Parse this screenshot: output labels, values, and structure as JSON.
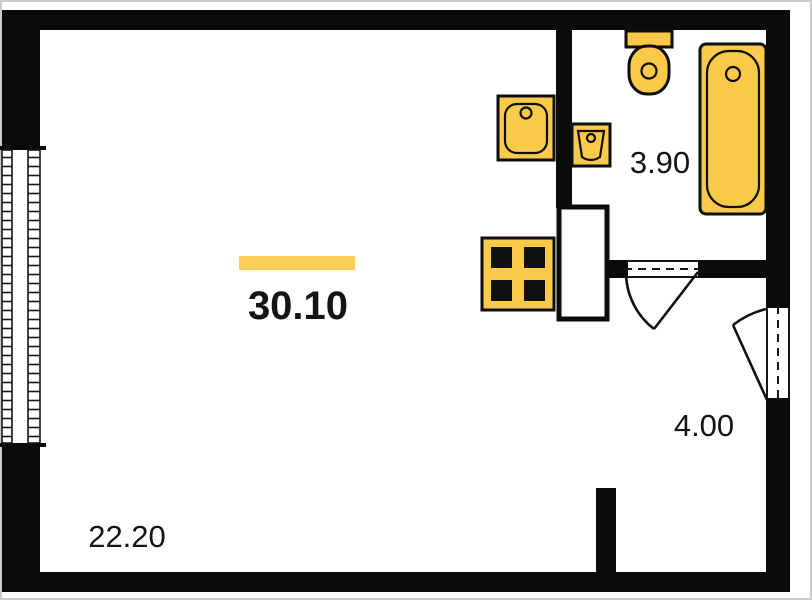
{
  "floorplan": {
    "total_area": "30.10",
    "living_room_area": "22.20",
    "bathroom_area": "3.90",
    "hallway_area": "4.00"
  },
  "colors": {
    "wall": "#0b0b0b",
    "fixture": "#fcca49",
    "accent_bar": "#fcce55",
    "outline": "#101010",
    "text": "#141414",
    "background": "#ffffff",
    "frame_border": "#cbcbcb"
  },
  "fixtures": {
    "kitchen_sink": "sink-icon",
    "bathroom_basin": "washbasin-icon",
    "toilet": "toilet-icon",
    "bathtub": "bathtub-icon",
    "stove": "stove-icon"
  }
}
